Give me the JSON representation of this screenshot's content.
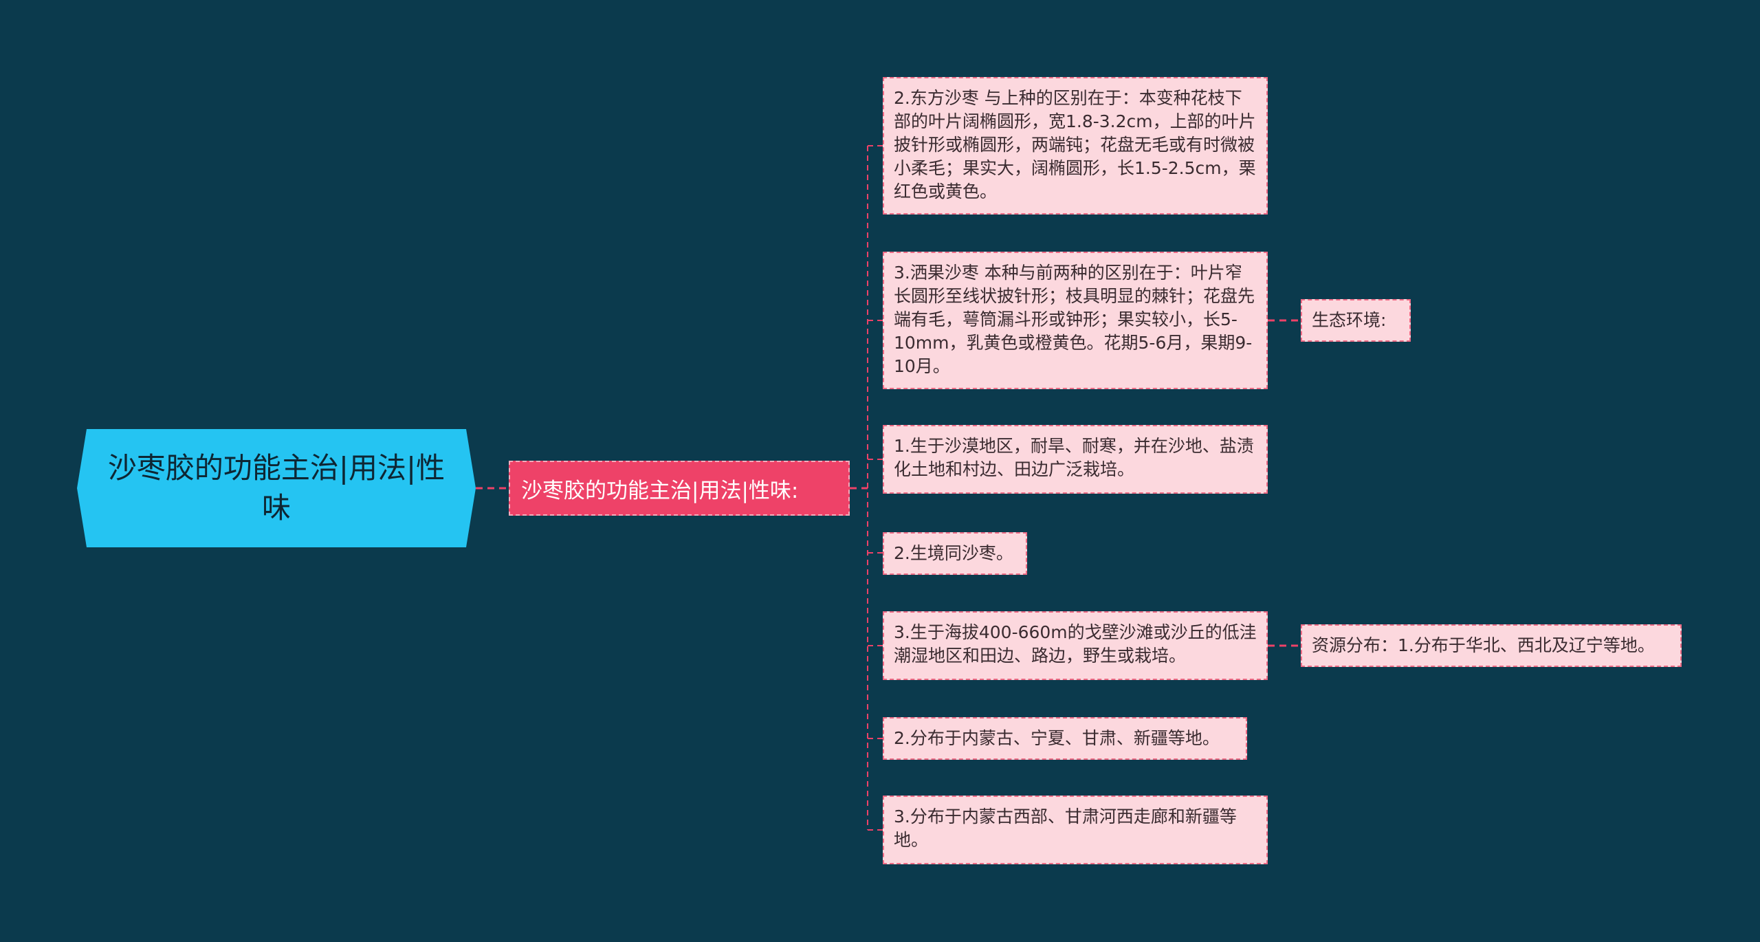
{
  "colors": {
    "background": "#0b3a4d",
    "root_fill": "#25c4f2",
    "branch_fill": "#ee4268",
    "leaf_fill": "#fcd8de",
    "connector": "#ee4268"
  },
  "root": {
    "label": "沙枣胶的功能主治|用法|性味"
  },
  "branch": {
    "label": "沙枣胶的功能主治|用法|性味:"
  },
  "leaves": [
    {
      "text": "2.东方沙枣 与上种的区别在于：本变种花枝下部的叶片阔椭圆形，宽1.8-3.2cm，上部的叶片披针形或椭圆形，两端钝；花盘无毛或有时微被小柔毛；果实大，阔椭圆形，长1.5-2.5cm，栗红色或黄色。"
    },
    {
      "text": "3.洒果沙枣 本种与前两种的区别在于：叶片窄长圆形至线状披针形；枝具明显的棘针；花盘先端有毛，萼筒漏斗形或钟形；果实较小，长5-10mm，乳黄色或橙黄色。花期5-6月，果期9-10月。"
    },
    {
      "text": "1.生于沙漠地区，耐旱、耐寒，并在沙地、盐渍化土地和村边、田边广泛栽培。"
    },
    {
      "text": "2.生境同沙枣。"
    },
    {
      "text": "3.生于海拔400-660m的戈壁沙滩或沙丘的低洼潮湿地区和田边、路边，野生或栽培。"
    },
    {
      "text": "2.分布于内蒙古、宁夏、甘肃、新疆等地。"
    },
    {
      "text": "3.分布于内蒙古西部、甘肃河西走廊和新疆等地。"
    }
  ],
  "side_labels": [
    {
      "text": "生态环境:"
    },
    {
      "text": "资源分布：1.分布于华北、西北及辽宁等地。"
    }
  ]
}
